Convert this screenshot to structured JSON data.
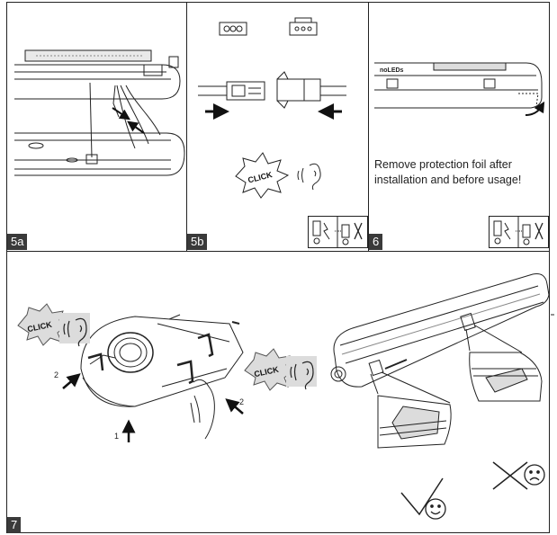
{
  "panels": {
    "p5a": {
      "label": "5a"
    },
    "p5b": {
      "label": "5b",
      "click_text": "CLICK"
    },
    "p6": {
      "label": "6",
      "caption": "Remove protection foil after installation and before usage!"
    },
    "p7": {
      "label": "7",
      "click_text": "CLICK",
      "click_text_2": "CLICK",
      "arrow_labels": {
        "a1": "1",
        "a2_left": "2",
        "a2_right": "2"
      }
    }
  },
  "product_label": "noLEDs"
}
